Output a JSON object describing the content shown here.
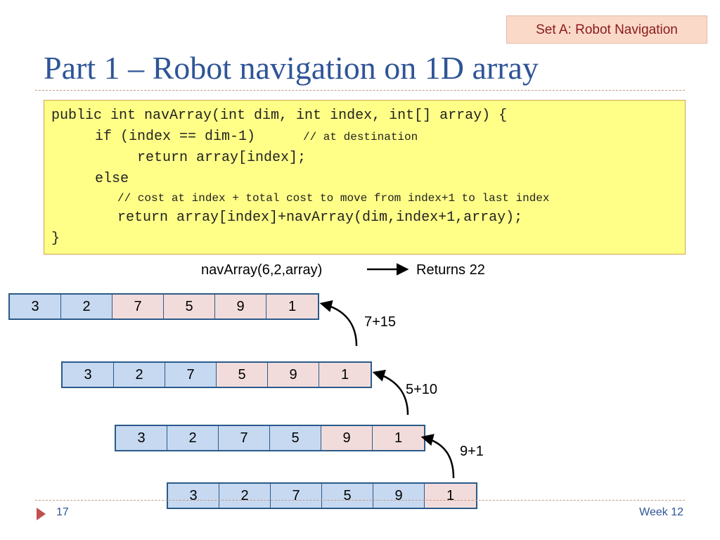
{
  "slide": {
    "tag": "Set A: Robot Navigation",
    "title": "Part 1 – Robot navigation on 1D array",
    "page_number": "17",
    "footer_right": "Week 12"
  },
  "code": {
    "lines": [
      "public int navArray(int dim, int index, int[] array) {",
      "if (index == dim-1)",
      "// at destination",
      "return array[index];",
      "else",
      "// cost at index + total cost to move from index+1 to last index",
      "return array[index]+navArray(dim,index+1,array);",
      "}"
    ]
  },
  "call": {
    "expression": "navArray(6,2,array)",
    "result": "Returns 22"
  },
  "arrays": [
    {
      "values": [
        "3",
        "2",
        "7",
        "5",
        "9",
        "1"
      ],
      "highlight": [
        false,
        false,
        true,
        true,
        true,
        true
      ]
    },
    {
      "values": [
        "3",
        "2",
        "7",
        "5",
        "9",
        "1"
      ],
      "highlight": [
        false,
        false,
        false,
        true,
        true,
        true
      ]
    },
    {
      "values": [
        "3",
        "2",
        "7",
        "5",
        "9",
        "1"
      ],
      "highlight": [
        false,
        false,
        false,
        false,
        true,
        true
      ]
    },
    {
      "values": [
        "3",
        "2",
        "7",
        "5",
        "9",
        "1"
      ],
      "highlight": [
        false,
        false,
        false,
        false,
        false,
        true
      ]
    }
  ],
  "sums": [
    "7+15",
    "5+10",
    "9+1"
  ],
  "colors": {
    "title": "#2f5597",
    "cell_normal": "#c6d9f1",
    "cell_highlight": "#f2dcdb",
    "code_background": "#ffff88"
  }
}
